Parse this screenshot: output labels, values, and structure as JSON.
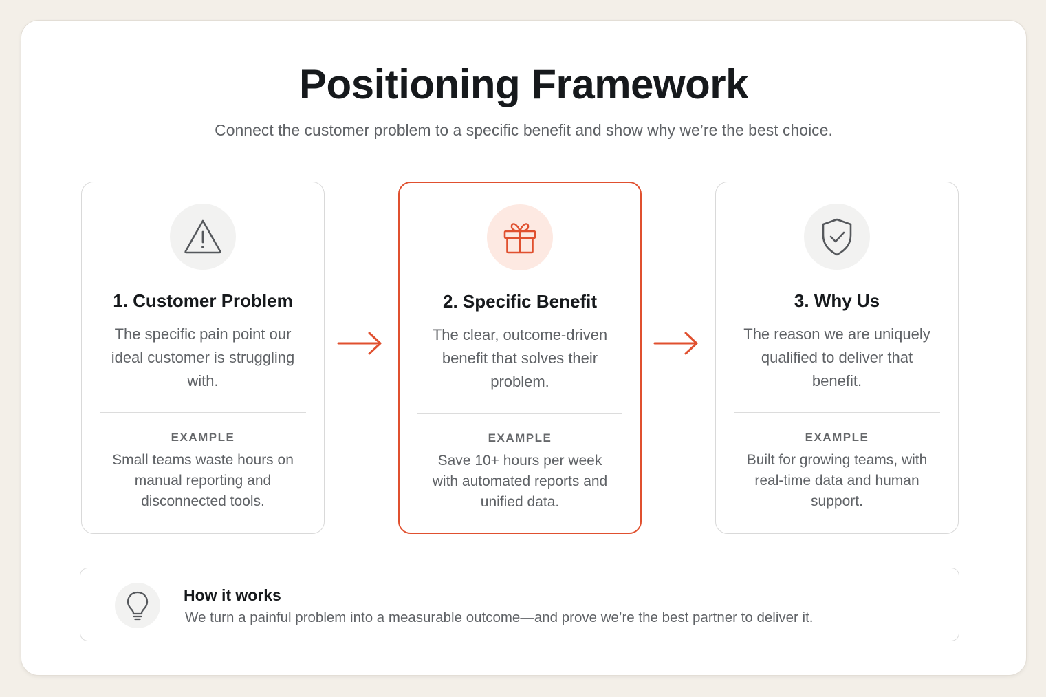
{
  "header": {
    "title": "Positioning Framework",
    "subtitle": "Connect the customer problem to a specific benefit and show why we’re the best choice."
  },
  "colors": {
    "accent": "#e0502f",
    "accent_soft": "#fde9e2",
    "icon_gray": "#55585c"
  },
  "cards": [
    {
      "icon": "warning-triangle-icon",
      "title": "1. Customer Problem",
      "description": "The specific pain point our ideal customer is struggling with.",
      "example_label": "EXAMPLE",
      "example_text": "Small teams waste hours on manual reporting and disconnected tools.",
      "highlighted": false
    },
    {
      "icon": "gift-icon",
      "title": "2. Specific Benefit",
      "description": "The clear, outcome-driven benefit that solves their problem.",
      "example_label": "EXAMPLE",
      "example_text": "Save 10+ hours per week with automated reports and unified data.",
      "highlighted": true
    },
    {
      "icon": "shield-check-icon",
      "title": "3. Why Us",
      "description": "The reason we are uniquely qualified to deliver that benefit.",
      "example_label": "EXAMPLE",
      "example_text": "Built for growing teams, with real-time data and human support.",
      "highlighted": false
    }
  ],
  "footer": {
    "icon": "lightbulb-icon",
    "title": "How it works",
    "text": "We turn a painful problem into a measurable outcome—and prove we’re the best partner to deliver it."
  }
}
